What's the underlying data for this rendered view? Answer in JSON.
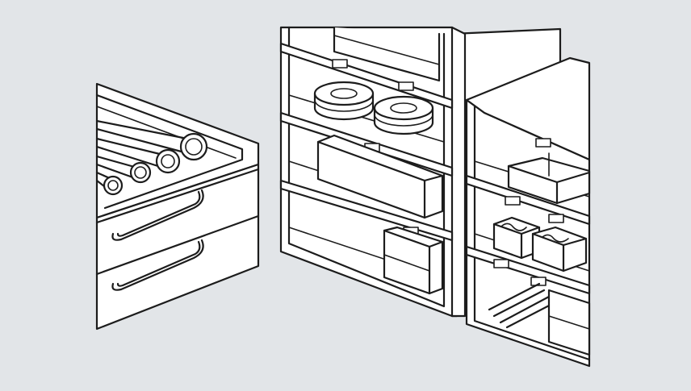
{
  "scene": {
    "subject": "storage-shelving-and-drawer-illustration",
    "style": "black-line-art-on-light-gray",
    "colors": {
      "background": "#e2e5e8",
      "ink": "#1c1c1c",
      "fill": "#ffffff"
    },
    "objects": [
      "drawer-cabinet-with-pipe-fittings",
      "tall-shelving-unit-with-tape-rolls-and-boxes",
      "short-shelving-unit-with-boxes-and-pipes"
    ]
  }
}
